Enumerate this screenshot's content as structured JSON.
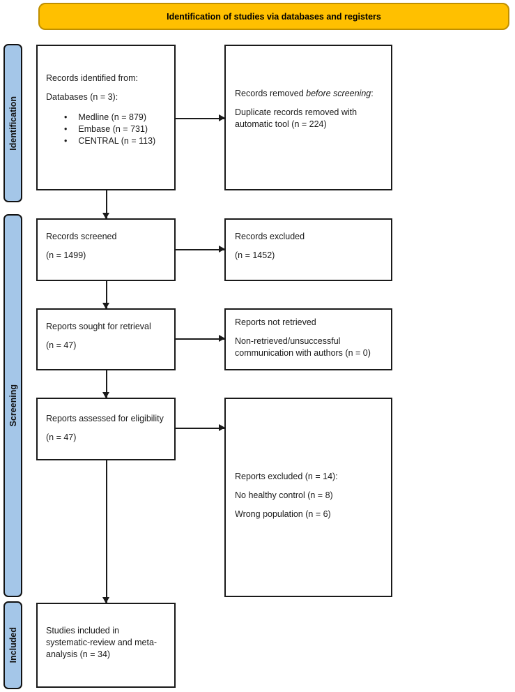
{
  "header": {
    "title": "Identification of studies via databases and registers"
  },
  "stages": {
    "identification": "Identification",
    "screening": "Screening",
    "included": "Included"
  },
  "boxes": {
    "records_identified": {
      "line1": "Records identified from:",
      "line2": "Databases (n = 3):",
      "bullets": [
        "Medline (n = 879)",
        "Embase (n = 731)",
        "CENTRAL (n = 113)"
      ]
    },
    "records_removed": {
      "line1_prefix": "Records removed ",
      "line1_italic": "before screening",
      "line1_suffix": ":",
      "line2": "Duplicate records removed with automatic tool (n = 224)"
    },
    "records_screened": {
      "line1": "Records screened",
      "line2": "(n = 1499)"
    },
    "records_excluded": {
      "line1": "Records excluded",
      "line2": "(n = 1452)"
    },
    "reports_sought": {
      "line1": "Reports sought for retrieval",
      "line2": "(n = 47)"
    },
    "reports_not_retrieved": {
      "line1": "Reports not retrieved",
      "line2": "Non-retrieved/unsuccessful communication with authors (n = 0)"
    },
    "reports_assessed": {
      "line1": "Reports assessed for eligibility",
      "line2": "(n = 47)"
    },
    "reports_excluded": {
      "line1": "Reports excluded (n = 14):",
      "line2": "No healthy control (n = 8)",
      "line3": "Wrong population (n = 6)"
    },
    "studies_included": {
      "line1": "Studies included in systematic-review and meta-analysis (n = 34)"
    }
  },
  "colors": {
    "banner_fill": "#FFC000",
    "banner_border": "#BF8F00",
    "stage_fill": "#A4C6E8",
    "box_border": "#1a1a1a"
  }
}
